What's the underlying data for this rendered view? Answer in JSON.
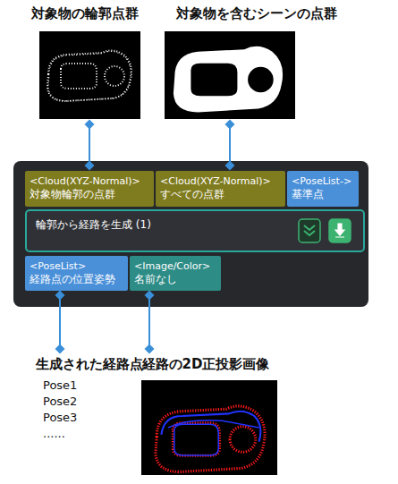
{
  "diagram": {
    "nodes": [
      {
        "text": [
          "対象物の輪郭点群"
        ]
      },
      {
        "text": [
          "対象物を含むシーンの点群"
        ]
      },
      {
        "text": [
          "輪郭から経路を生成 (1)"
        ]
      },
      {
        "text": [
          "<Cloud(XYZ-Normal)>",
          "対象物輪郭の点群"
        ],
        "in": 2
      },
      {
        "text": [
          "<Cloud(XYZ-Normal)>",
          "すべての点群"
        ],
        "in": 2
      },
      {
        "text": [
          "<PoseList->",
          "基準点"
        ],
        "in": 2
      },
      {
        "text": [
          "<PoseList>",
          "経路点の位置姿勢"
        ],
        "in": 2
      },
      {
        "text": [
          "<Image/Color>",
          "名前なし"
        ],
        "in": 2
      },
      {
        "text": [
          "生成された経路点"
        ]
      },
      {
        "text": [
          "経路の2D正投影画像"
        ]
      }
    ],
    "edges": [
      {
        "from": 0,
        "to": 3,
        "arrow": "both"
      },
      {
        "from": 1,
        "to": 4,
        "arrow": "both"
      },
      {
        "from": 6,
        "to": 8,
        "arrow": "both"
      },
      {
        "from": 7,
        "to": 9,
        "arrow": "both"
      }
    ],
    "labels": [
      "Pose1",
      "Pose2",
      "Pose3",
      "......"
    ]
  }
}
